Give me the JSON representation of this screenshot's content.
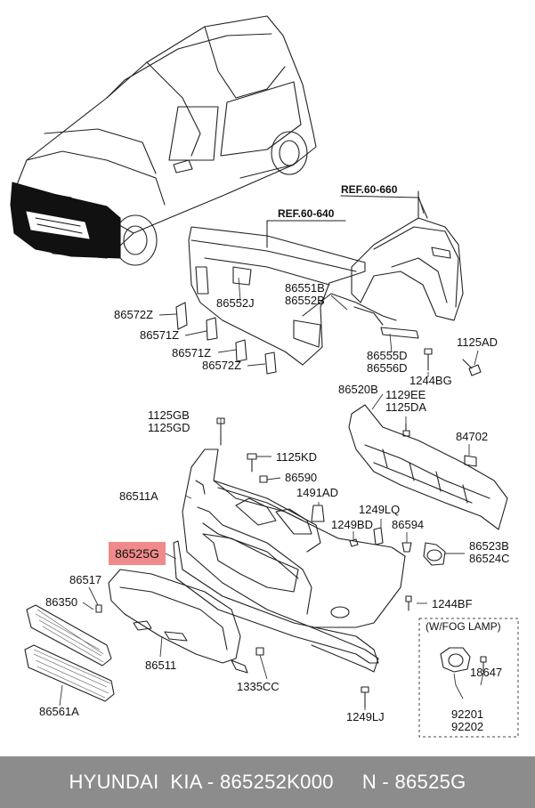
{
  "labels": {
    "ref_660": "REF.60-660",
    "ref_640": "REF.60-640",
    "p86551B": "86551B",
    "p86552B": "86552B",
    "p86552J": "86552J",
    "p86572Z_a": "86572Z",
    "p86571Z_a": "86571Z",
    "p86571Z_b": "86571Z",
    "p86572Z_b": "86572Z",
    "p86555D": "86555D",
    "p86556D": "86556D",
    "p1125AD": "1125AD",
    "p1244BG": "1244BG",
    "p86520B": "86520B",
    "p1129EE": "1129EE",
    "p1125DA": "1125DA",
    "p84702": "84702",
    "p1125GB": "1125GB",
    "p1125GD": "1125GD",
    "p1125KD": "1125KD",
    "p86590": "86590",
    "p86511A": "86511A",
    "p1491AD": "1491AD",
    "p1249LQ": "1249LQ",
    "p1249BD": "1249BD",
    "p86594": "86594",
    "p86523B": "86523B",
    "p86524C": "86524C",
    "p86525G": "86525G",
    "p86517": "86517",
    "p86350": "86350",
    "p1244BF": "1244BF",
    "fog_title": "(W/FOG LAMP)",
    "p18647": "18647",
    "p92201": "92201",
    "p92202": "92202",
    "p86511": "86511",
    "p1335CC": "1335CC",
    "p86561A": "86561A",
    "p1249LJ": "1249LJ"
  },
  "highlight_part": "86525G",
  "highlight_color": "#f08a8a",
  "footer": {
    "text": "HYUNDAI  KIA - 865252K000     N - 86525G",
    "background": "#8c8c8c"
  }
}
